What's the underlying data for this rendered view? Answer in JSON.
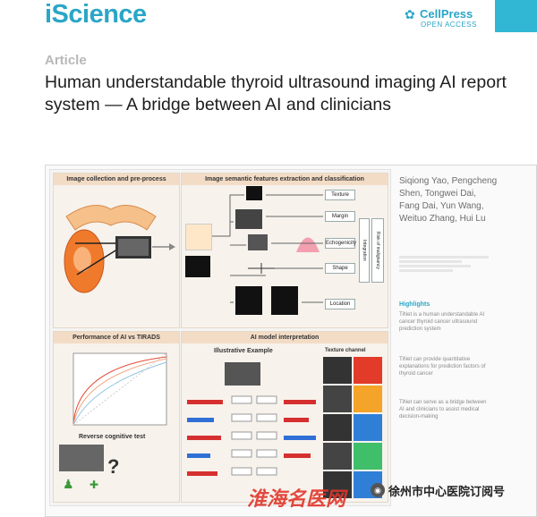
{
  "header": {
    "journal": "iScience",
    "publisher": "CellPress",
    "open_access": "OPEN ACCESS",
    "brand_color": "#2aa6c6"
  },
  "article": {
    "type": "Article",
    "title": "Human understandable thyroid ultrasound imaging AI report system — A bridge between AI and clinicians"
  },
  "figure": {
    "panel1_title": "Image collection and pre-process",
    "panel2_title": "Image semantic features extraction and classification",
    "panel3_title": "Performance of AI vs TIRADS",
    "panel4_title": "AI model interpretation",
    "features": [
      "Texture",
      "Margin",
      "Echogenicity",
      "Shape",
      "Location"
    ],
    "integration": "Integration",
    "risk": "Risk of malignancy",
    "illustrative": "Illustrative Example",
    "texture_channel": "Texture channel",
    "reverse": "Reverse cognitive test",
    "question": "?"
  },
  "side": {
    "authors": "Siqiong Yao, Pengcheng Shen, Tongwei Dai, Fang Dai, Yun Wang, Weituo Zhang, Hui Lu",
    "highlights_title": "Highlights",
    "highlights": [
      "TiNet is a human understandable AI cancer thyroid cancer ultrasound prediction system",
      "TiNet can provide quantitative explanations for prediction factors of thyroid cancer",
      "TiNet can serve as a bridge between AI and clinicians to assist medical decision-making"
    ]
  },
  "watermark": {
    "left_text": "淮海名医网",
    "right_text": "徐州市中心医院订阅号"
  }
}
